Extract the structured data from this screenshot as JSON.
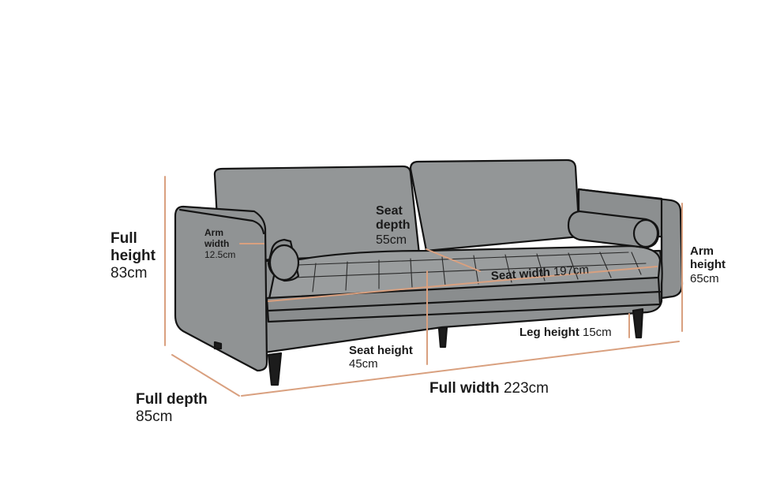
{
  "colors": {
    "sofa": "#919495",
    "sofa_dark": "#7d8081",
    "outline": "#141414",
    "measure": "#d9a07f",
    "leg": "#1c1c1c"
  },
  "labels": {
    "full_height": {
      "name_line1": "Full",
      "name_line2": "height",
      "value": "83cm"
    },
    "arm_width": {
      "name_line1": "Arm",
      "name_line2": "width",
      "value": "12.5cm"
    },
    "seat_depth": {
      "name_line1": "Seat",
      "name_line2": "depth",
      "value": "55cm"
    },
    "seat_width": {
      "name": "Seat width",
      "value": "197cm"
    },
    "arm_height": {
      "name_line1": "Arm",
      "name_line2": "height",
      "value": "65cm"
    },
    "leg_height": {
      "name": "Leg height",
      "value": "15cm"
    },
    "seat_height": {
      "name": "Seat height",
      "value": "45cm"
    },
    "full_width": {
      "name": "Full width",
      "value": "223cm"
    },
    "full_depth": {
      "name": "Full depth",
      "value": "85cm"
    }
  }
}
